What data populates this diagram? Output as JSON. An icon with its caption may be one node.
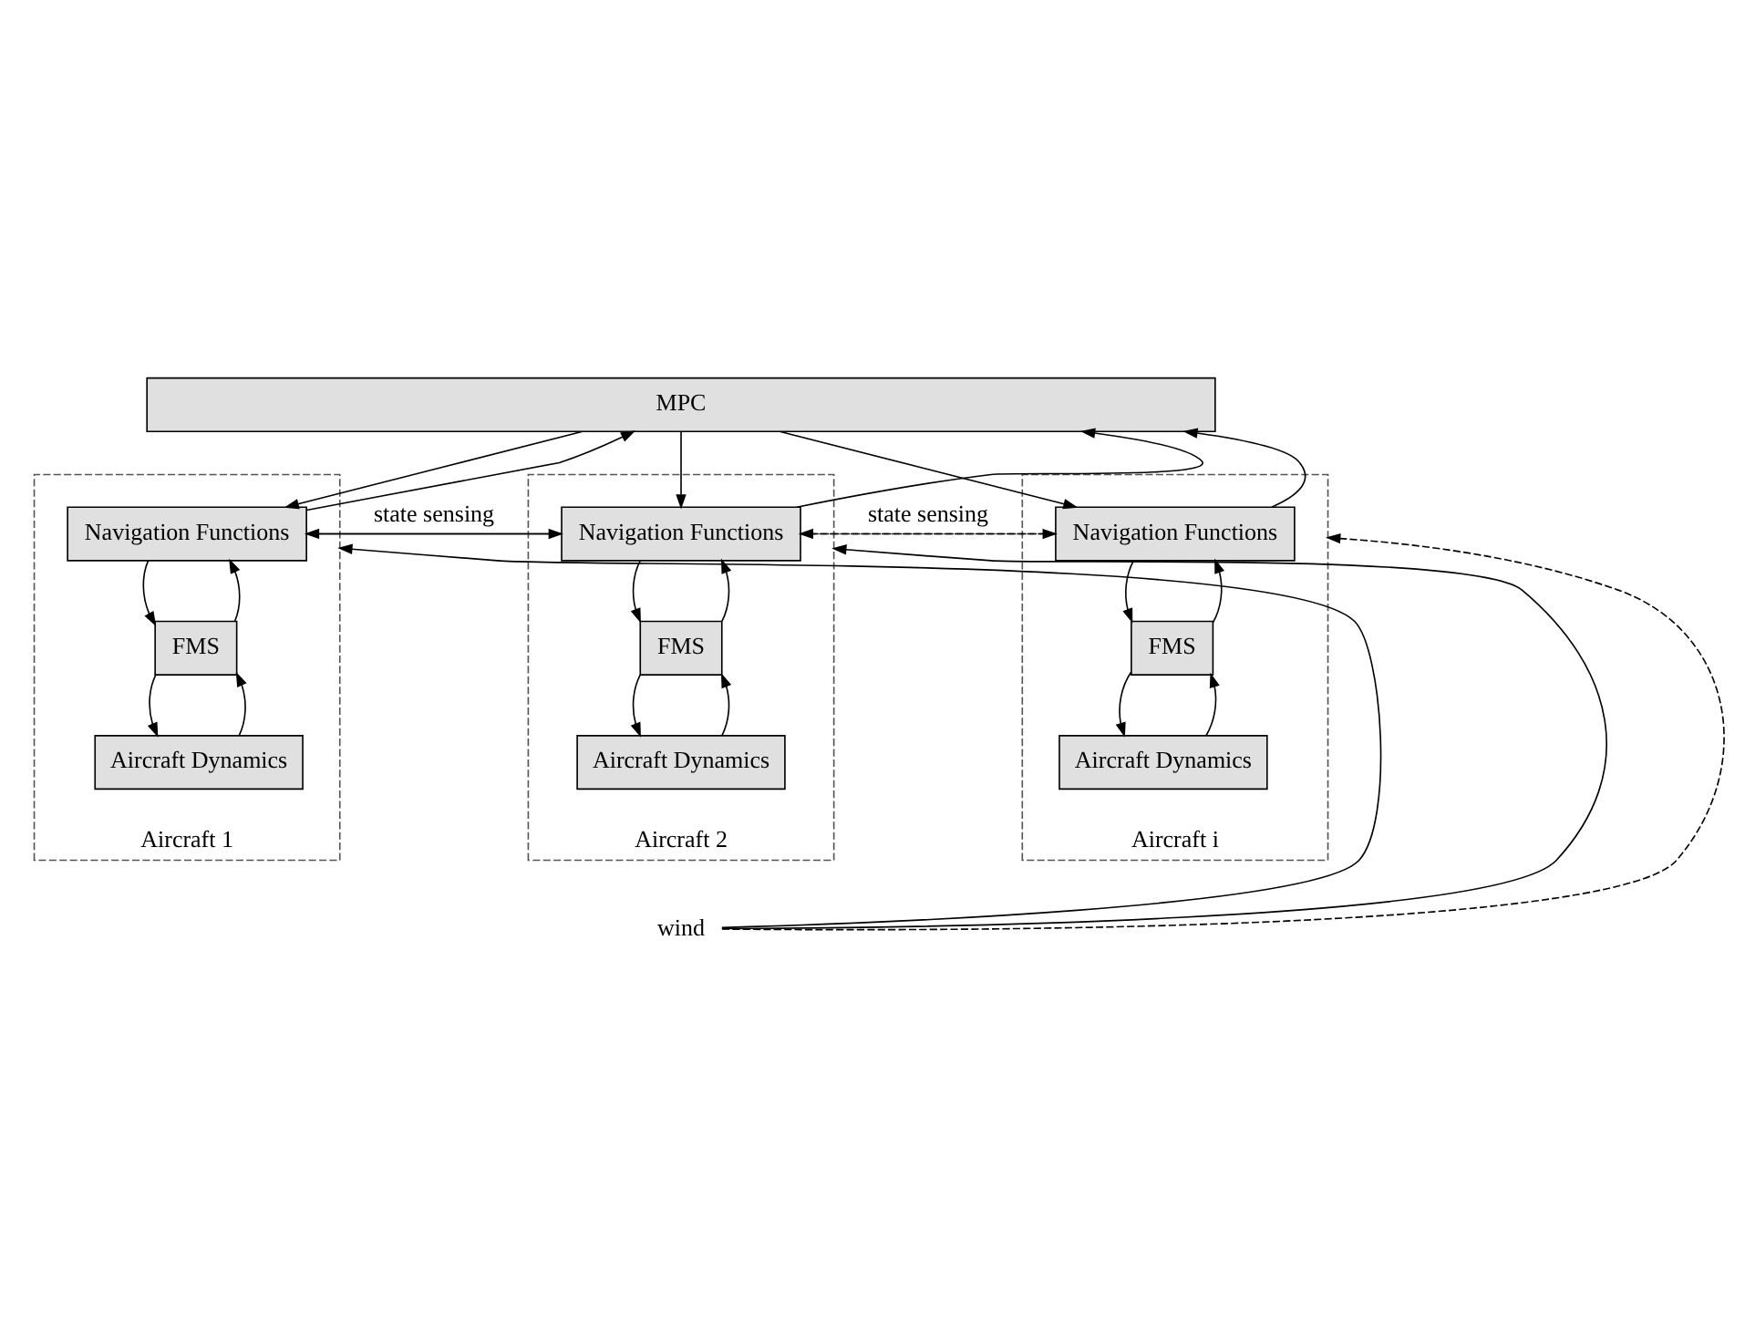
{
  "diagram": {
    "nodes": [
      {
        "text": [
          "MPC"
        ]
      },
      {
        "text": [
          "Aircraft 1"
        ]
      },
      {
        "text": [
          "Navigation Functions"
        ],
        "in": 1
      },
      {
        "text": [
          "FMS"
        ],
        "in": 1
      },
      {
        "text": [
          "Aircraft Dynamics"
        ],
        "in": 1
      },
      {
        "text": [
          "Aircraft 2"
        ]
      },
      {
        "text": [
          "Navigation Functions"
        ],
        "in": 5
      },
      {
        "text": [
          "FMS"
        ],
        "in": 5
      },
      {
        "text": [
          "Aircraft Dynamics"
        ],
        "in": 5
      },
      {
        "text": [
          "Aircraft i"
        ]
      },
      {
        "text": [
          "Navigation Functions"
        ],
        "in": 9
      },
      {
        "text": [
          "FMS"
        ],
        "in": 9
      },
      {
        "text": [
          "Aircraft Dynamics"
        ],
        "in": 9
      },
      {
        "text": [
          "wind"
        ]
      }
    ],
    "edges": [
      {
        "from": 0,
        "to": 2,
        "arrow": "to"
      },
      {
        "from": 2,
        "to": 0,
        "arrow": "to"
      },
      {
        "from": 0,
        "to": 6,
        "arrow": "to"
      },
      {
        "from": 6,
        "to": 0,
        "arrow": "to"
      },
      {
        "from": 0,
        "to": 10,
        "arrow": "to"
      },
      {
        "from": 10,
        "to": 0,
        "arrow": "to"
      },
      {
        "from": 2,
        "to": 6,
        "arrow": "to"
      },
      {
        "from": 6,
        "to": 2,
        "arrow": "to",
        "label": "state sensing"
      },
      {
        "from": 6,
        "to": 10,
        "arrow": "to",
        "style": "dashed"
      },
      {
        "from": 10,
        "to": 6,
        "arrow": "to",
        "style": "dashed",
        "label": "state sensing"
      },
      {
        "from": 2,
        "to": 3,
        "arrow": "to"
      },
      {
        "from": 3,
        "to": 2,
        "arrow": "to"
      },
      {
        "from": 3,
        "to": 4,
        "arrow": "to"
      },
      {
        "from": 4,
        "to": 3,
        "arrow": "to"
      },
      {
        "from": 6,
        "to": 7,
        "arrow": "to"
      },
      {
        "from": 7,
        "to": 6,
        "arrow": "to"
      },
      {
        "from": 7,
        "to": 8,
        "arrow": "to"
      },
      {
        "from": 8,
        "to": 7,
        "arrow": "to"
      },
      {
        "from": 10,
        "to": 11,
        "arrow": "to"
      },
      {
        "from": 11,
        "to": 10,
        "arrow": "to"
      },
      {
        "from": 11,
        "to": 12,
        "arrow": "to"
      },
      {
        "from": 12,
        "to": 11,
        "arrow": "to"
      },
      {
        "from": 13,
        "to": 1,
        "arrow": "to"
      },
      {
        "from": 13,
        "to": 5,
        "arrow": "to"
      },
      {
        "from": 13,
        "to": 9,
        "arrow": "to",
        "style": "dashed"
      }
    ]
  }
}
